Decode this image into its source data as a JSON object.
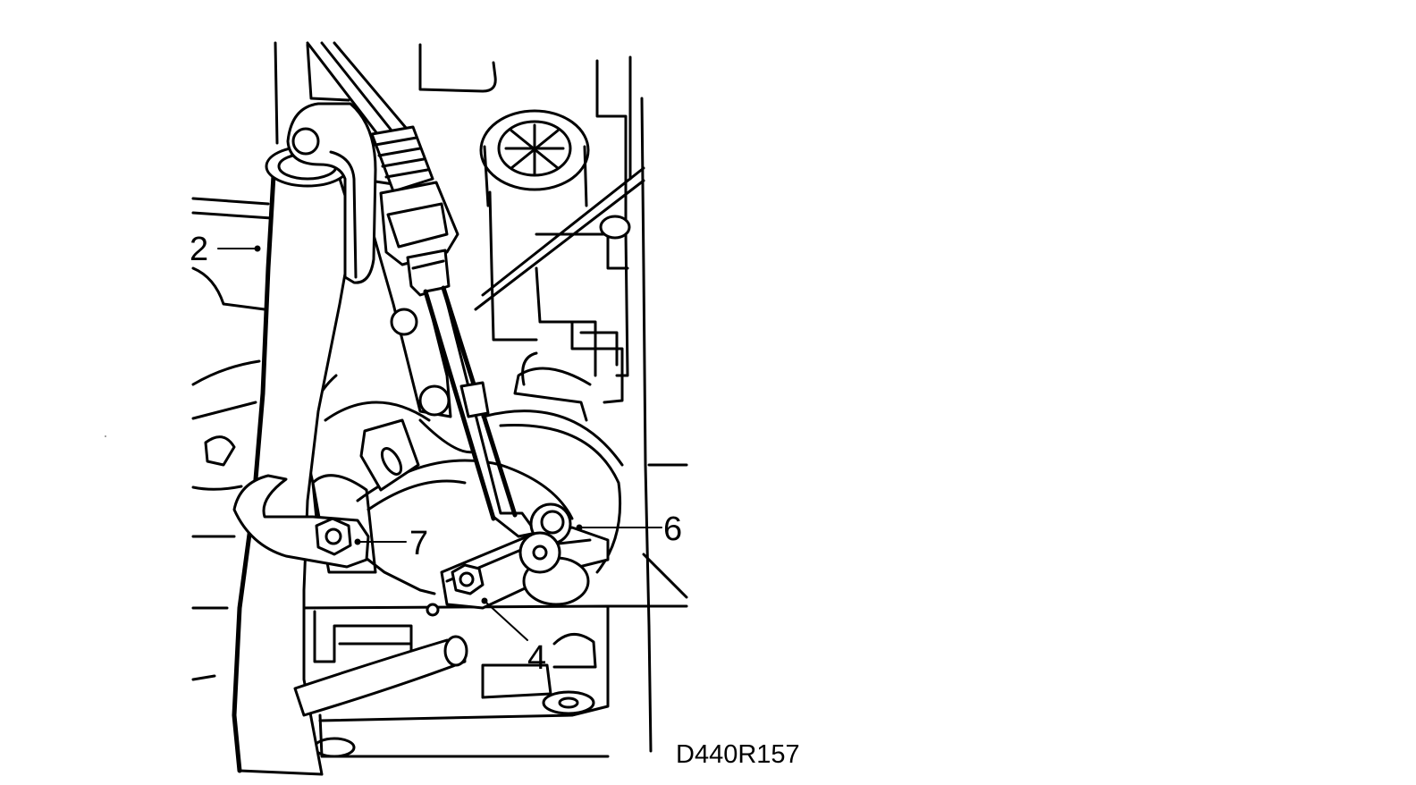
{
  "figure": {
    "reference_code": "D440R157",
    "callouts": [
      {
        "id": "2",
        "label": "2"
      },
      {
        "id": "7",
        "label": "7"
      },
      {
        "id": "6",
        "label": "6"
      },
      {
        "id": "4",
        "label": "4"
      }
    ]
  }
}
